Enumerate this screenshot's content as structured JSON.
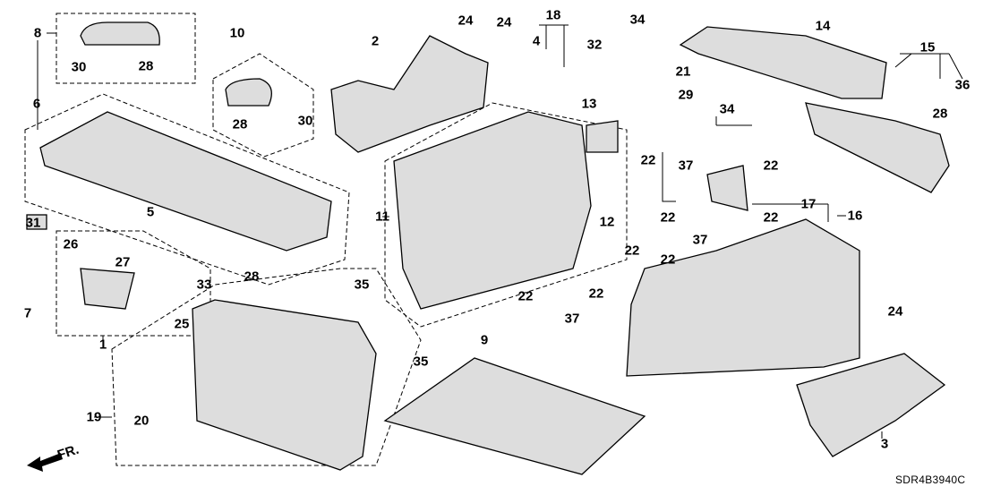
{
  "diagram_code": "SDR4B3940C",
  "front_indicator": "FR.",
  "callouts": [
    "8",
    "30",
    "28",
    "10",
    "2",
    "24",
    "24",
    "18",
    "4",
    "32",
    "34",
    "14",
    "21",
    "15",
    "29",
    "34",
    "36",
    "28",
    "6",
    "28",
    "30",
    "13",
    "22",
    "22",
    "37",
    "11",
    "12",
    "17",
    "16",
    "22",
    "22",
    "37",
    "31",
    "26",
    "27",
    "5",
    "22",
    "22",
    "33",
    "28",
    "35",
    "22",
    "22",
    "7",
    "25",
    "37",
    "1",
    "35",
    "9",
    "24",
    "19",
    "20",
    "3"
  ]
}
